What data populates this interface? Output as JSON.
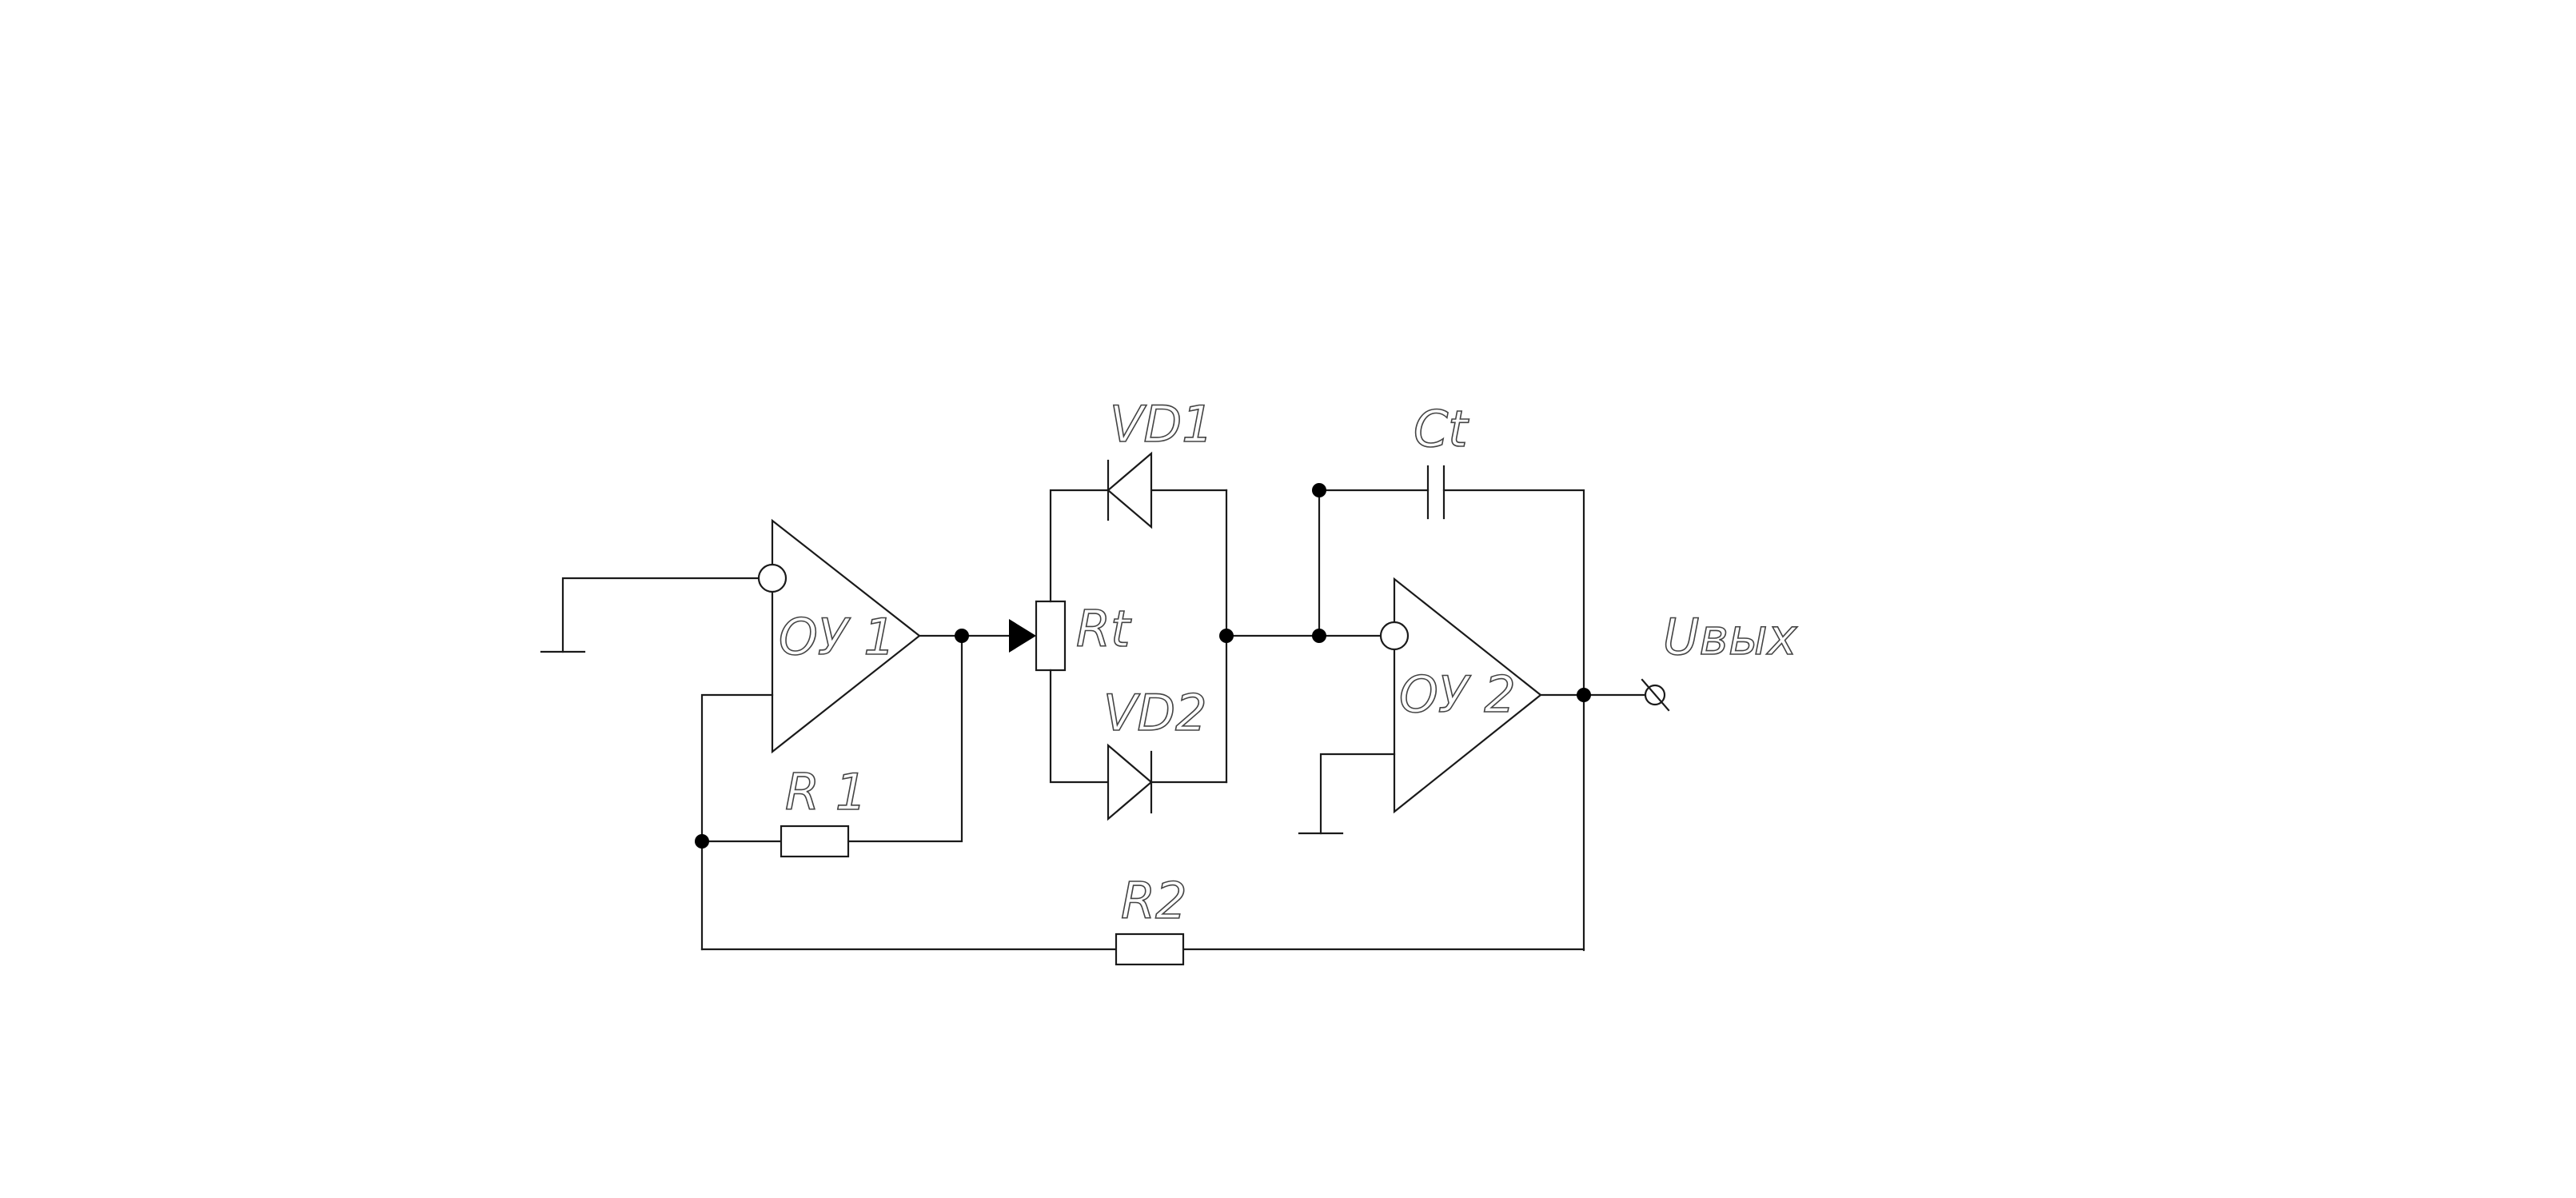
{
  "labels": {
    "opamp1": "ОУ 1",
    "opamp2": "ОУ 2",
    "resistor1": "R 1",
    "resistor2": "R2",
    "rt": "Rt",
    "diode1": "VD1",
    "diode2": "VD2",
    "capacitor": "Ct",
    "output": "Uвых"
  }
}
